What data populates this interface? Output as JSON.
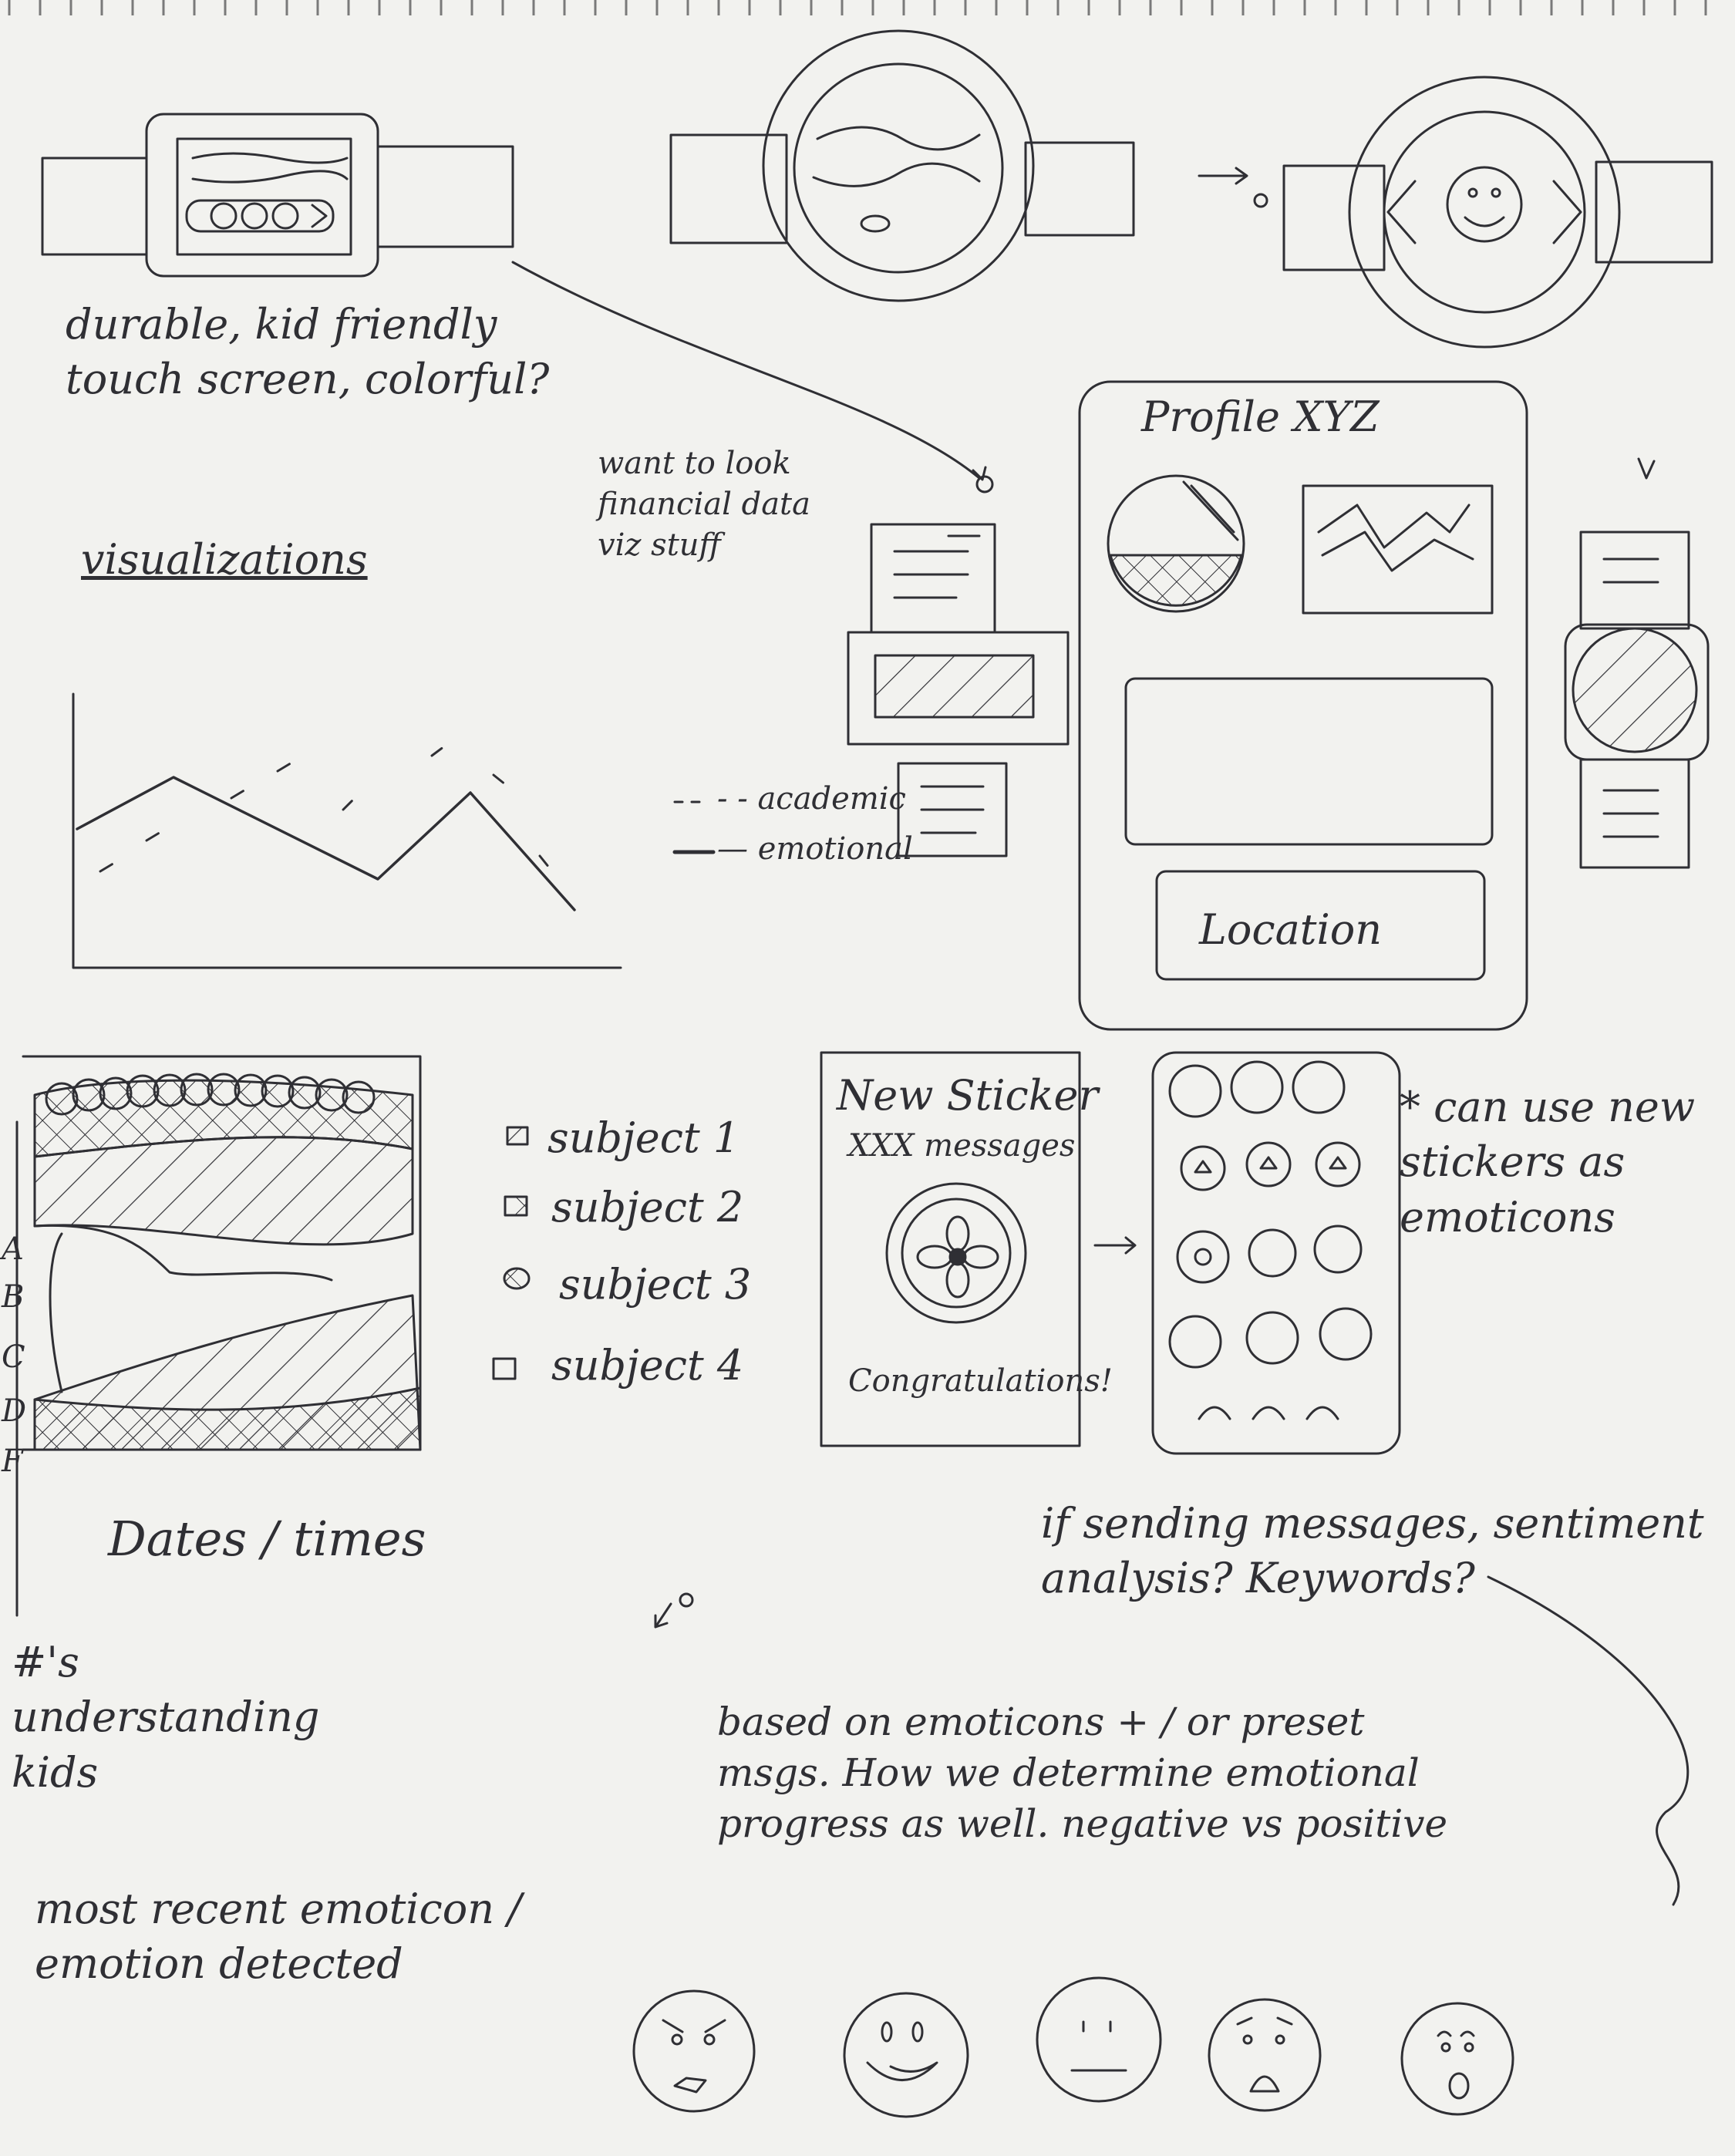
{
  "notes": {
    "watch_features": "durable, kid friendly\ntouch screen, colorful?",
    "want_to_look": "want to look\nfinancial data\nviz stuff",
    "visualizations": "visualizations",
    "legend_academic": "- - academic",
    "legend_emotional": "— emotional",
    "profile_title": "Profile XYZ",
    "location": "Location",
    "subject1": "subject 1",
    "subject2": "subject 2",
    "subject3": "subject 3",
    "subject4": "subject 4",
    "grades": [
      "A",
      "B",
      "C",
      "D",
      "F"
    ],
    "dates_times": "Dates / times",
    "kids_note": "#'s\nunderstanding\nkids",
    "recent_emoticon": "most recent emoticon /\nemotion detected",
    "new_sticker_title": "New Sticker",
    "new_sticker_sub": "XXX messages",
    "congratulations": "Congratulations!",
    "stickers_note": "* can use new\nstickers as\nemoticons",
    "sentiment_note": "if sending messages, sentiment\nanalysis? Keywords?",
    "emoticons_note": "based on emoticons + / or preset\nmsgs. How we determine emotional\nprogress as well. negative vs positive"
  },
  "icons": [
    "angry-face-icon",
    "happy-face-icon",
    "neutral-face-icon",
    "worried-face-icon",
    "surprised-face-icon",
    "flower-sticker-icon"
  ],
  "colors": {
    "paper": "#f2f2ef",
    "pencil": "#2f2f34"
  }
}
